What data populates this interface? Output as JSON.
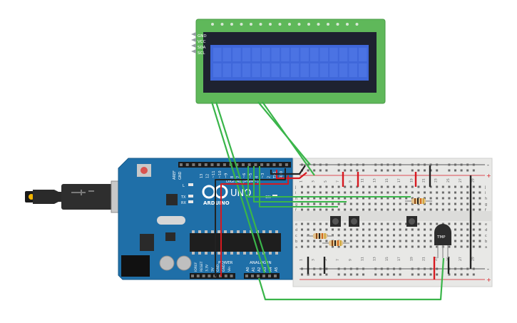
{
  "lcd": {
    "pins": [
      "GND",
      "VCC",
      "SDA",
      "SCL"
    ]
  },
  "arduino": {
    "brand": "ARDUINO",
    "model": "UNO",
    "digital_header_label": "DIGITAL (PWM~)",
    "power_label": "POWER",
    "analog_label": "ANALOG IN",
    "led_labels": [
      "L",
      "TX",
      "RX"
    ],
    "on_label": "ON",
    "aref": "AREF",
    "gnd": "GND",
    "digital_pins": [
      "13",
      "12",
      "~11",
      "~10",
      "~9",
      "8",
      "7",
      "~6",
      "~5",
      "4",
      "~3",
      "2",
      "TX1",
      "RX0"
    ],
    "power_pins": [
      "IOREF",
      "RESET",
      "3.3V",
      "5V",
      "GND",
      "GND",
      "Vin"
    ],
    "analog_pins": [
      "A0",
      "A1",
      "A2",
      "A3",
      "A4",
      "A5"
    ]
  },
  "breadboard": {
    "row_letters_top": [
      "j",
      "i",
      "h",
      "g",
      "f"
    ],
    "row_letters_bottom": [
      "e",
      "d",
      "c",
      "b",
      "a"
    ],
    "col_numbers": [
      "1",
      "3",
      "5",
      "7",
      "9",
      "11",
      "13",
      "15",
      "17",
      "19",
      "21",
      "23",
      "25",
      "27",
      "29"
    ],
    "rail_plus": "+",
    "rail_minus": "-"
  },
  "sensor": {
    "label": "TMP"
  },
  "colors": {
    "wire_green": "#3ab54a",
    "wire_red": "#d71920",
    "wire_black": "#222222",
    "arduino_blue": "#1f6fa8",
    "lcd_green": "#5fb85a",
    "lcd_screen": "#3b63d8"
  }
}
